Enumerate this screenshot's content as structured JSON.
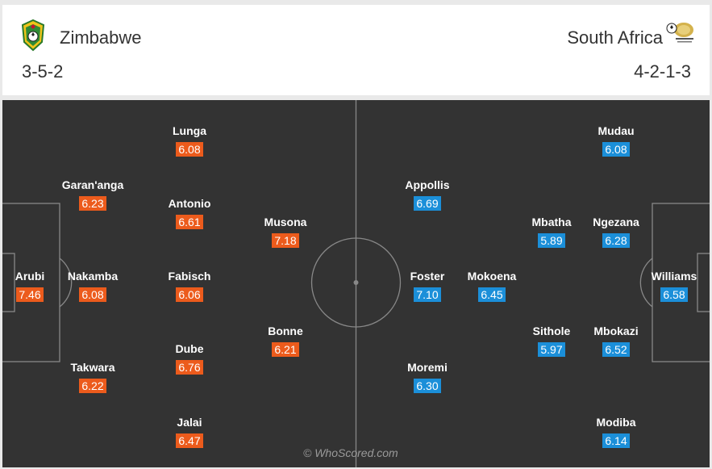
{
  "home": {
    "name": "Zimbabwe",
    "formation": "3-5-2",
    "badge_icon": "zimbabwe-football-badge",
    "color": "#ec5b1c",
    "players": [
      {
        "name": "Arubi",
        "rating": "7.46"
      },
      {
        "name": "Garan'anga",
        "rating": "6.23"
      },
      {
        "name": "Nakamba",
        "rating": "6.08"
      },
      {
        "name": "Takwara",
        "rating": "6.22"
      },
      {
        "name": "Lunga",
        "rating": "6.08"
      },
      {
        "name": "Antonio",
        "rating": "6.61"
      },
      {
        "name": "Fabisch",
        "rating": "6.06"
      },
      {
        "name": "Dube",
        "rating": "6.76"
      },
      {
        "name": "Jalai",
        "rating": "6.47"
      },
      {
        "name": "Musona",
        "rating": "7.18"
      },
      {
        "name": "Bonne",
        "rating": "6.21"
      }
    ]
  },
  "away": {
    "name": "South Africa",
    "formation": "4-2-1-3",
    "badge_icon": "south-africa-football-badge",
    "color": "#1b8fd9",
    "players": [
      {
        "name": "Williams",
        "rating": "6.58"
      },
      {
        "name": "Mudau",
        "rating": "6.08"
      },
      {
        "name": "Ngezana",
        "rating": "6.28"
      },
      {
        "name": "Mbokazi",
        "rating": "6.52"
      },
      {
        "name": "Modiba",
        "rating": "6.14"
      },
      {
        "name": "Mbatha",
        "rating": "5.89"
      },
      {
        "name": "Sithole",
        "rating": "5.97"
      },
      {
        "name": "Mokoena",
        "rating": "6.45"
      },
      {
        "name": "Appollis",
        "rating": "6.69"
      },
      {
        "name": "Foster",
        "rating": "7.10"
      },
      {
        "name": "Moremi",
        "rating": "6.30"
      }
    ]
  },
  "watermark": "© WhoScored.com"
}
